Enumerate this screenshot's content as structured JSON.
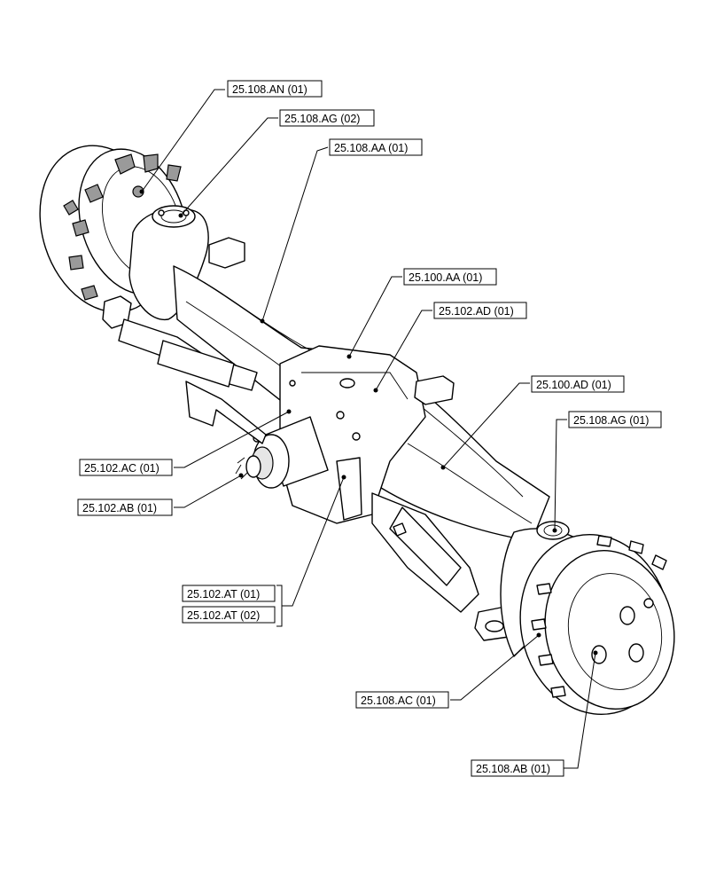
{
  "callouts": [
    {
      "id": "an01",
      "label": "25.108.AN (01)"
    },
    {
      "id": "ag02",
      "label": "25.108.AG (02)"
    },
    {
      "id": "aa01",
      "label": "25.108.AA (01)"
    },
    {
      "id": "100aa01",
      "label": "25.100.AA (01)"
    },
    {
      "id": "102ad01",
      "label": "25.102.AD (01)"
    },
    {
      "id": "100ad01",
      "label": "25.100.AD (01)"
    },
    {
      "id": "ag01",
      "label": "25.108.AG (01)"
    },
    {
      "id": "102ac01",
      "label": "25.102.AC (01)"
    },
    {
      "id": "102ab01",
      "label": "25.102.AB (01)"
    },
    {
      "id": "102at01",
      "label": "25.102.AT (01)"
    },
    {
      "id": "102at02",
      "label": "25.102.AT (02)"
    },
    {
      "id": "108ac01",
      "label": "25.108.AC (01)"
    },
    {
      "id": "108ab01",
      "label": "25.108.AB (01)"
    }
  ],
  "colors": {
    "line": "#000000",
    "background": "#ffffff",
    "shade": "#9a9a9a"
  }
}
